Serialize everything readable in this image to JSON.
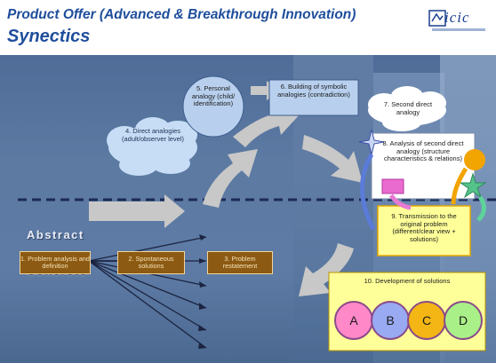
{
  "header": {
    "title": "Product Offer (Advanced & Breakthrough Innovation)",
    "subtitle": "Synectics",
    "logo_text": "icic"
  },
  "levels": {
    "abstract": "Abstract",
    "concrete": "Concrete"
  },
  "steps": {
    "s1": "1. Problem analysis and definition",
    "s2": "2. Spontaneous solutions",
    "s3": "3. Problem restatement",
    "s4": "4. Direct analogies (adult/observer level)",
    "s5": "5. Personal analogy (child/ identification)",
    "s6": "6. Building of symbolic analogies (contradiction)",
    "s7": "7. Second direct analogy",
    "s8": "8. Analysis of second direct analogy (structure characteristics & relations)",
    "s9": "9. Transmission to the original problem (different/clear view + solutions)",
    "s10": "10. Development of solutions"
  },
  "solutions": [
    "A",
    "B",
    "C",
    "D"
  ],
  "colors": {
    "title": "#1f4e9c",
    "brown_box": "#8c5a12",
    "yellow_box": "#ffff99",
    "cloud": "#c6ddf5",
    "blue_box": "#b8d0ee",
    "circle_pink": "#ff88c8",
    "circle_blue": "#99aaf2",
    "circle_orange": "#f3b614",
    "circle_green": "#aaf088"
  }
}
